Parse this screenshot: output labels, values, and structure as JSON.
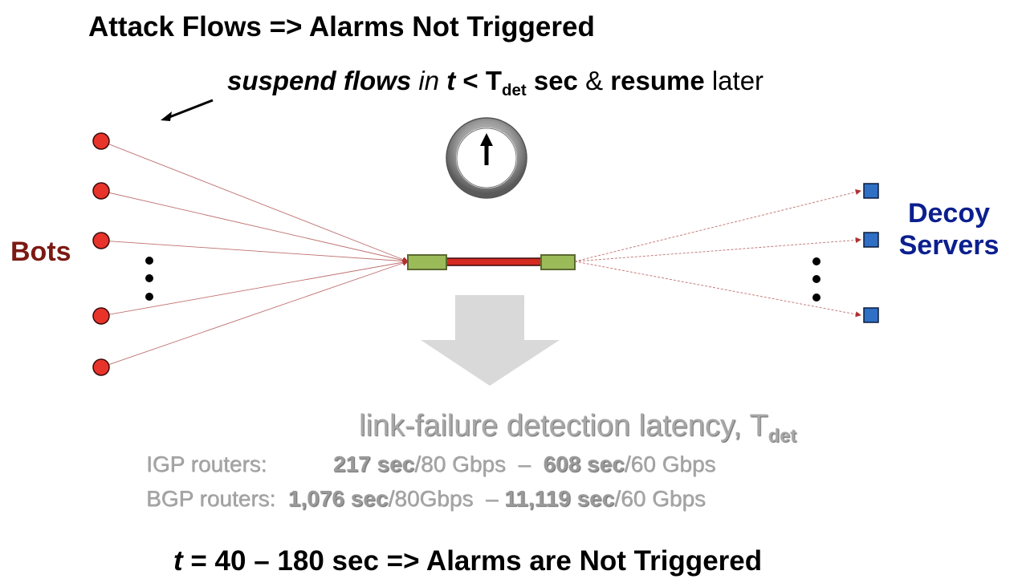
{
  "title": "Attack Flows => Alarms Not Triggered",
  "suspend_note": {
    "part1": "suspend flows",
    "part2": " in ",
    "part3": "t",
    "part4": " < T",
    "sub": "det",
    "part5": " sec",
    "part6": " & ",
    "part7": "resume",
    "part8": " later"
  },
  "bots_label": "Bots",
  "decoy_label_line1": "Decoy",
  "decoy_label_line2": "Servers",
  "latency": {
    "text": "link-failure detection latency, T",
    "sub": "det"
  },
  "igp": {
    "label": "IGP routers:",
    "v1": "217 sec",
    "r1": "/80 Gbps",
    "dash": "  –  ",
    "v2": "608 sec",
    "r2": "/60 Gbps"
  },
  "bgp": {
    "label": "BGP routers:  ",
    "v1": "1,076 sec",
    "r1": "/80Gbps",
    "dash": "  – ",
    "v2": "11,119 sec",
    "r2": "/60 Gbps"
  },
  "conclusion": {
    "t": "t",
    "rest": " = 40 – 180 sec => Alarms are Not Triggered"
  },
  "colors": {
    "bot": "#e8332a",
    "server": "#2f6fc4",
    "link": "#d42a1f",
    "router": "#9bbb59",
    "arrow": "#d9d9d9"
  },
  "icons": [
    "stopwatch-icon",
    "pointer-arrow-icon",
    "down-arrow-icon"
  ]
}
